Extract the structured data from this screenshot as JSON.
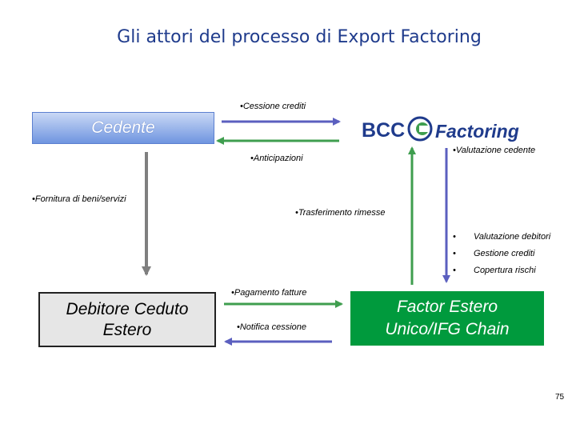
{
  "title": "Gli attori del processo di Export Factoring",
  "nodes": {
    "cedente": "Cedente",
    "debitore": "Debitore Ceduto\nEstero",
    "factor": "Factor Estero\nUnico/IFG Chain",
    "logo_bcc": "BCC",
    "logo_factoring": "Factoring"
  },
  "labels": {
    "cessione_crediti": "•Cessione crediti",
    "anticipazioni": "•Anticipazioni",
    "valutazione_cedente": "•Valutazione cedente",
    "fornitura": "•Fornitura di beni/servizi",
    "trasferimento_rimesse": "•Trasferimento rimesse",
    "pagamento_fatture": "•Pagamento fatture",
    "notifica_cessione": "•Notifica cessione"
  },
  "factor_services": [
    {
      "bullet": "•",
      "text": "Valutazione debitori"
    },
    {
      "bullet": "•",
      "text": "Gestione crediti"
    },
    {
      "bullet": "•",
      "text": "Copertura rischi"
    }
  ],
  "page_number": "75",
  "colors": {
    "title": "#1f3b8c",
    "blue_arrow": "#5b5fbf",
    "green_arrow": "#3f9e4f",
    "gray_arrow": "#7f7f7f",
    "factor_box": "#009a3d",
    "logo_blue": "#1f3b8c"
  }
}
